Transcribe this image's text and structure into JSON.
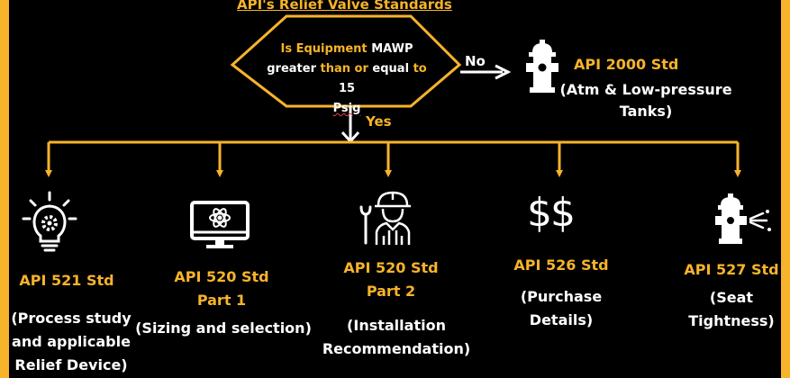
{
  "title": "API's Relief Valve Standards",
  "decision": {
    "question_parts": [
      {
        "text": "Is Equipment ",
        "yellow": true
      },
      {
        "text": "MAWP",
        "yellow": false
      },
      {
        "text": "greater ",
        "yellow": false
      },
      {
        "text": "than or",
        "yellow": true
      },
      {
        "text": " equal ",
        "yellow": false
      },
      {
        "text": "to",
        "yellow": true
      },
      {
        "text": " 15",
        "yellow": false
      },
      {
        "text": "Psig",
        "yellow": false
      }
    ],
    "no_label": "No",
    "yes_label": "Yes"
  },
  "no_branch": {
    "name": "API 2000 Std",
    "description": "(Atm & Low-pressure Tanks)",
    "icon": "fire-hydrant-icon"
  },
  "standards": [
    {
      "name": "API 521 Std",
      "part": "",
      "description": "(Process study and applicable Relief Device)",
      "icon": "lightbulb-gear-icon"
    },
    {
      "name": "API 520 Std",
      "part": "Part 1",
      "description": "(Sizing and selection)",
      "icon": "monitor-atom-icon"
    },
    {
      "name": "API 520 Std",
      "part": "Part 2",
      "description": "(Installation Recommendation)",
      "icon": "engineer-wrench-icon"
    },
    {
      "name": "API 526 Std",
      "part": "",
      "description": "(Purchase Details)",
      "icon": "dollar-signs-icon"
    },
    {
      "name": "API 527 Std",
      "part": "",
      "description": "(Seat Tightness)",
      "icon": "leaking-hydrant-icon"
    }
  ],
  "colors": {
    "accent": "#f7b32b",
    "text": "#ffffff",
    "background": "#000000"
  }
}
